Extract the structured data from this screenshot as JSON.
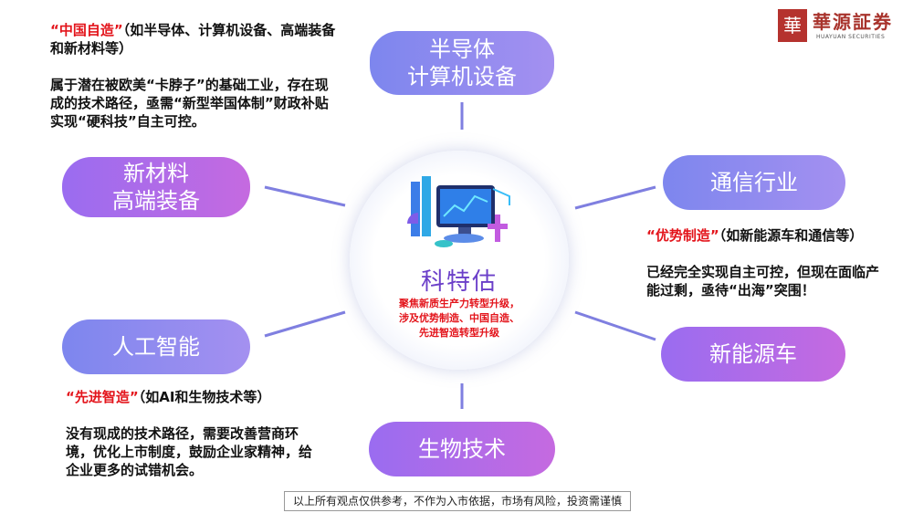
{
  "logo": {
    "mark": "華",
    "name": "華源証券",
    "en": "HUAYUAN SECURITIES"
  },
  "center": {
    "title": "科特估",
    "subtitle_lines": [
      "聚焦新质生产力转型升级，",
      "涉及优势制造、中国自造、",
      "先进智造转型升级"
    ]
  },
  "nodes": {
    "semiconductor": [
      "半导体",
      "计算机设备"
    ],
    "new_materials": [
      "新材料",
      "高端装备"
    ],
    "telecom": [
      "通信行业"
    ],
    "ai": [
      "人工智能"
    ],
    "nev": [
      "新能源车"
    ],
    "biotech": [
      "生物技术"
    ]
  },
  "notes": {
    "china_made": {
      "highlight": "“中国自造”",
      "rest": "（如半导体、计算机设备、高端装备和新材料等）",
      "body": "属于潜在被欧美“卡脖子”的基础工业，存在现成的技术路径，亟需“新型举国体制”财政补贴实现“硬科技”自主可控。"
    },
    "advantage": {
      "highlight": "“优势制造”",
      "rest": "（如新能源车和通信等）",
      "body": "已经完全实现自主可控，但现在面临产能过剩，亟待“出海”突围！"
    },
    "advanced": {
      "highlight": "“先进智造”",
      "rest": "（如AI和生物技术等）",
      "body": "没有现成的技术路径，需要改善营商环境，优化上市制度，鼓励企业家精神，给企业更多的试错机会。"
    }
  },
  "footer": "以上所有观点仅供参考，不作为入市依据，市场有风险，投资需谨慎",
  "colors": {
    "accent_red": "#e3141b",
    "purple": "#b36ae6",
    "lavender": "#8f8cf0",
    "line": "#7f7fe0"
  }
}
